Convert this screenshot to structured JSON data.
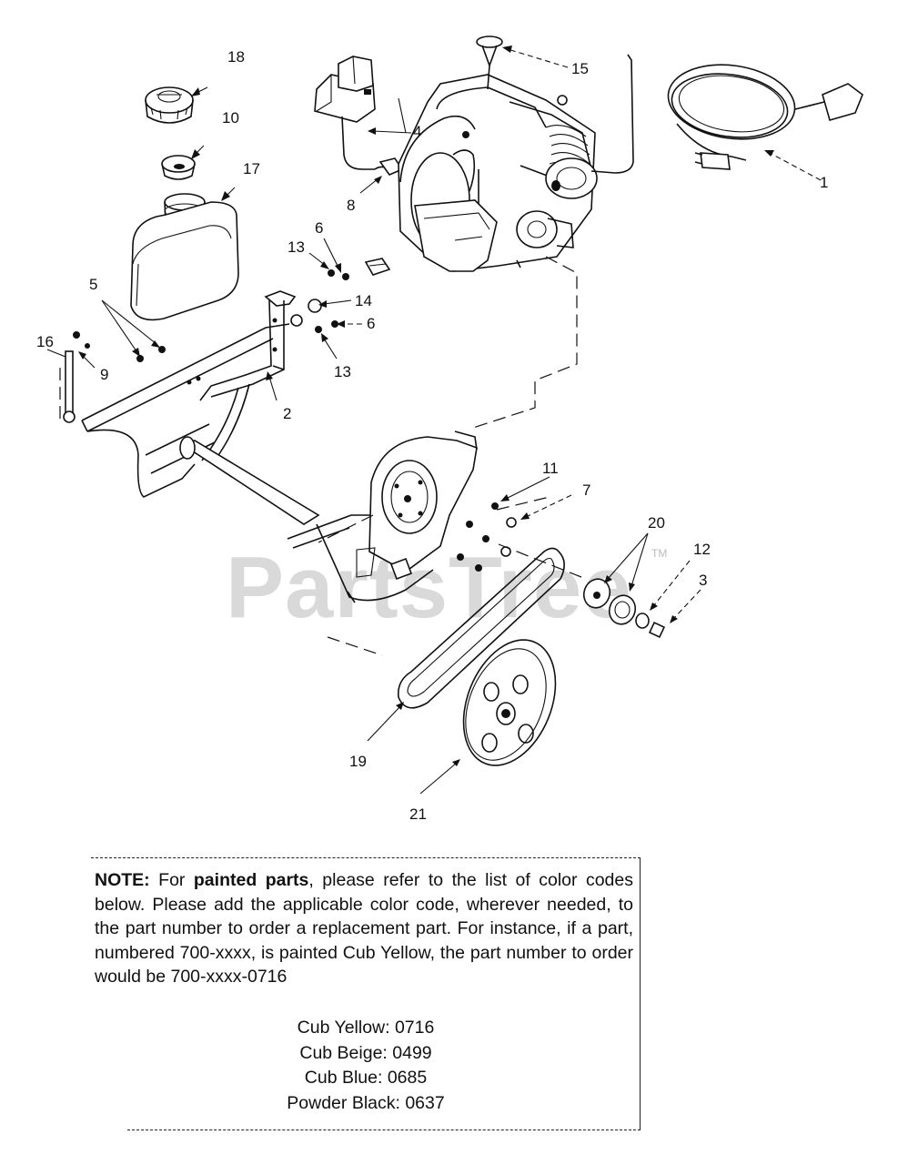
{
  "diagram": {
    "watermark": "PartsTree",
    "watermark_tm": "TM",
    "callouts": [
      "18",
      "10",
      "17",
      "15",
      "4",
      "8",
      "1",
      "6",
      "13",
      "14",
      "6",
      "13",
      "5",
      "16",
      "9",
      "2",
      "11",
      "7",
      "20",
      "12",
      "3",
      "19",
      "21"
    ]
  },
  "note": {
    "label": "NOTE:",
    "text_1": " For ",
    "bold_phrase": "painted parts",
    "text_2": ", please refer to the list of color codes below. Please add the applicable color code, wherever needed, to the part number to order a replacement part. For instance, if a part, numbered 700-xxxx, is painted Cub Yellow, the part number to order would be 700-xxxx-0716",
    "color_codes": [
      "Cub Yellow: 0716",
      "Cub Beige: 0499",
      "Cub Blue: 0685",
      "Powder Black: 0637"
    ]
  }
}
